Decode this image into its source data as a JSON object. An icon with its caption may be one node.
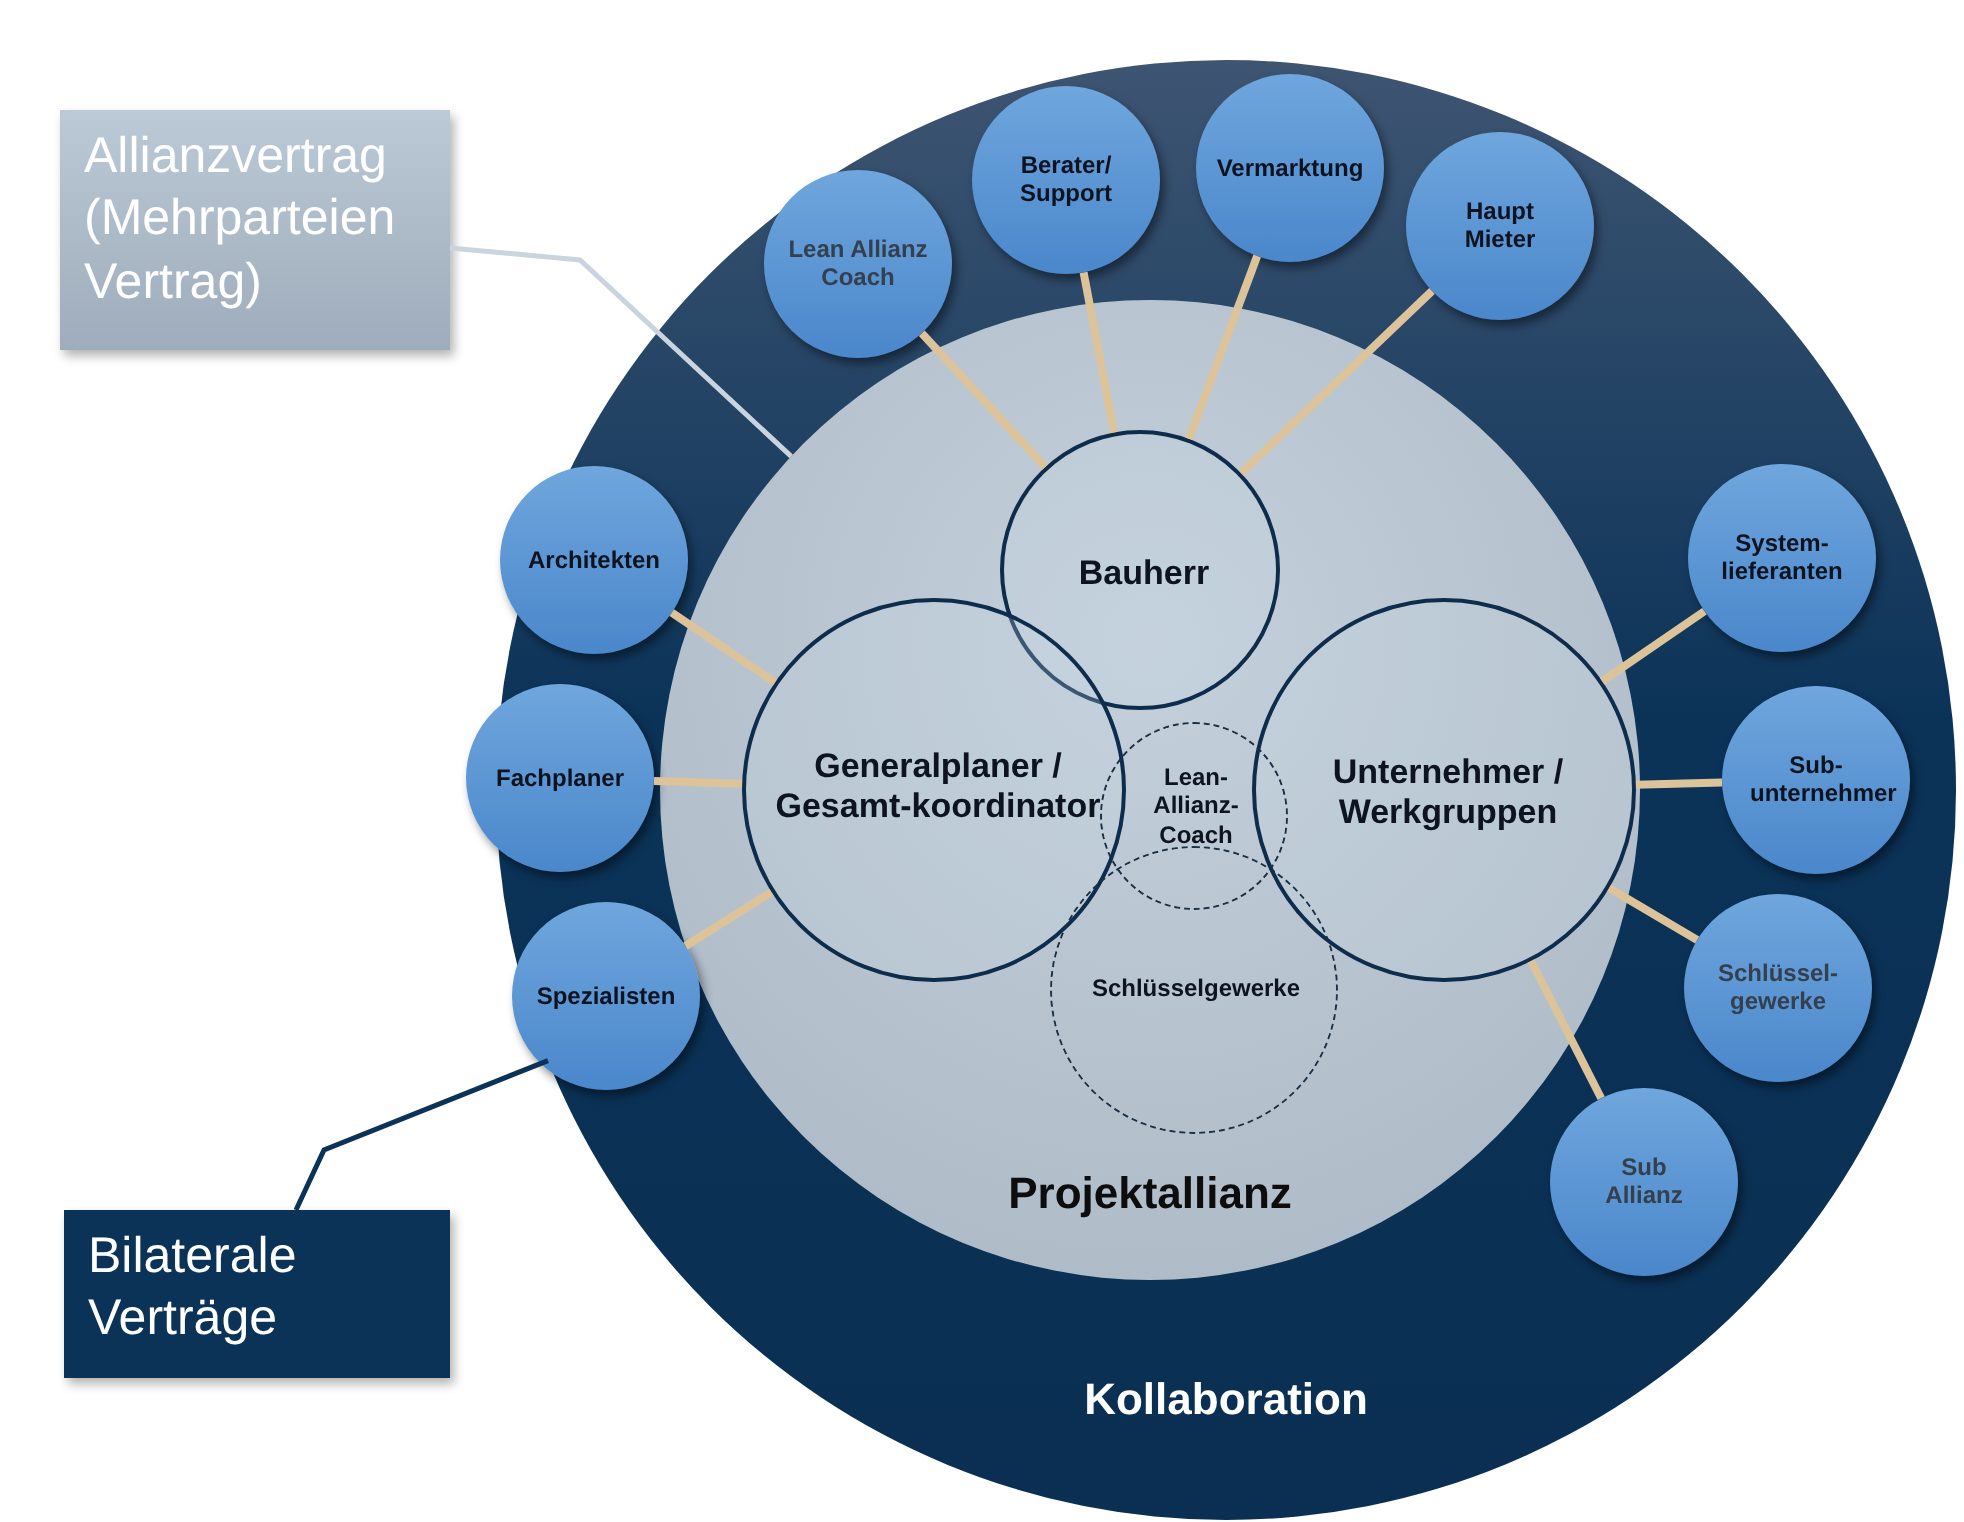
{
  "diagram": {
    "nodes": [
      {
        "text": [
          "Kollaboration"
        ]
      },
      {
        "text": [
          "Projektallianz"
        ],
        "in": 0
      },
      {
        "text": [
          "Bauherr"
        ],
        "in": 1
      },
      {
        "text": [
          "Generalplaner / Gesamt-koordinator"
        ],
        "in": 1
      },
      {
        "text": [
          "Unternehmer / Werkgruppen"
        ],
        "in": 1
      },
      {
        "text": [
          "Lean-Allianz-Coach"
        ],
        "in": 1
      },
      {
        "text": [
          "Schlüsselgewerke"
        ],
        "in": 1
      },
      {
        "text": [
          "Lean Allianz Coach"
        ],
        "in": 0
      },
      {
        "text": [
          "Berater/ Support"
        ],
        "in": 0
      },
      {
        "text": [
          "Vermarktung"
        ],
        "in": 0
      },
      {
        "text": [
          "Haupt Mieter"
        ],
        "in": 0
      },
      {
        "text": [
          "Architekten"
        ],
        "in": 0
      },
      {
        "text": [
          "Fachplaner"
        ],
        "in": 0
      },
      {
        "text": [
          "Spezialisten"
        ],
        "in": 0
      },
      {
        "text": [
          "System-lieferanten"
        ],
        "in": 0
      },
      {
        "text": [
          "Sub-unternehmer"
        ],
        "in": 0
      },
      {
        "text": [
          "Schlüssel-gewerke"
        ],
        "in": 0
      },
      {
        "text": [
          "Sub Allianz"
        ],
        "in": 0
      },
      {
        "text": [
          "Allianzvertrag (Mehrparteien Vertrag)"
        ]
      },
      {
        "text": [
          "Bilaterale Verträge"
        ]
      }
    ],
    "edges": [
      {
        "from": 7,
        "to": 2,
        "arrow": "none"
      },
      {
        "from": 8,
        "to": 2,
        "arrow": "none"
      },
      {
        "from": 9,
        "to": 2,
        "arrow": "none"
      },
      {
        "from": 10,
        "to": 2,
        "arrow": "none"
      },
      {
        "from": 11,
        "to": 3,
        "arrow": "none"
      },
      {
        "from": 12,
        "to": 3,
        "arrow": "none"
      },
      {
        "from": 13,
        "to": 3,
        "arrow": "none"
      },
      {
        "from": 14,
        "to": 4,
        "arrow": "none"
      },
      {
        "from": 15,
        "to": 4,
        "arrow": "none"
      },
      {
        "from": 16,
        "to": 4,
        "arrow": "none"
      },
      {
        "from": 17,
        "to": 4,
        "arrow": "none"
      },
      {
        "from": 18,
        "to": 1,
        "arrow": "none",
        "color": "#c9d4df"
      },
      {
        "from": 19,
        "to": 0,
        "arrow": "none",
        "color": "#0b3358"
      }
    ]
  }
}
